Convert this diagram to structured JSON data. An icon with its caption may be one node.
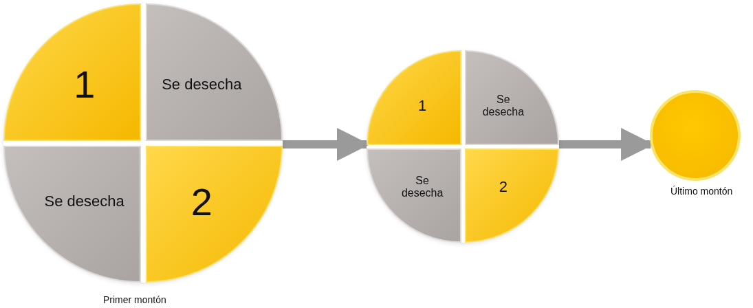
{
  "diagram": {
    "nodes": [
      {
        "text": [],
        "shape": "circle",
        "beside": [
          "Primer montón"
        ]
      },
      {
        "text": [
          "1"
        ],
        "in": 0
      },
      {
        "text": [
          "Se desecha"
        ],
        "in": 0
      },
      {
        "text": [
          "Se desecha"
        ],
        "in": 0
      },
      {
        "text": [
          "2"
        ],
        "in": 0
      },
      {
        "text": [],
        "shape": "circle"
      },
      {
        "text": [
          "1"
        ],
        "in": 5
      },
      {
        "text": [
          "Se desecha"
        ],
        "in": 5
      },
      {
        "text": [
          "Se desecha"
        ],
        "in": 5
      },
      {
        "text": [
          "2"
        ],
        "in": 5
      },
      {
        "text": [],
        "shape": "circle",
        "beside": [
          "Último montón"
        ]
      }
    ],
    "edges": [
      {
        "from": 0,
        "to": 5,
        "arrow": "to"
      },
      {
        "from": 5,
        "to": 10,
        "arrow": "to"
      }
    ]
  }
}
